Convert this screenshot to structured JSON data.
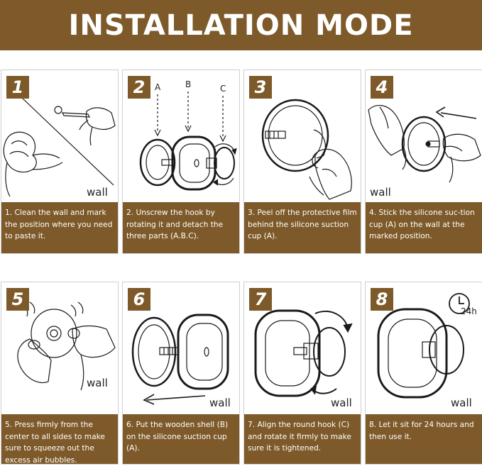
{
  "header": {
    "title": "INSTALLATION MODE"
  },
  "colors": {
    "brand": "#7e5a2a",
    "line": "#1a1a1a",
    "border": "#cfcfcf"
  },
  "steps": [
    {
      "number": "1",
      "wall": "wall",
      "caption": "1. Clean the wall and mark the position where you need to paste it."
    },
    {
      "number": "2",
      "labels": [
        "A",
        "B",
        "C"
      ],
      "caption": "2. Unscrew the hook by rotating it and detach the three parts (A.B.C)."
    },
    {
      "number": "3",
      "caption": "3. Peel off the protective film behind the silicone suction cup (A)."
    },
    {
      "number": "4",
      "wall": "wall",
      "caption": "4. Stick the silicone suc-tion cup (A) on the wall at the marked position."
    },
    {
      "number": "5",
      "wall": "wall",
      "caption": "5. Press firmly from the center to all sides to make sure to squeeze out the excess air bubbles."
    },
    {
      "number": "6",
      "wall": "wall",
      "caption": "6. Put the wooden shell (B) on the silicone suction cup (A)."
    },
    {
      "number": "7",
      "wall": "wall",
      "caption": "7. Align the round hook (C) and rotate it firmly to make sure it is tightened."
    },
    {
      "number": "8",
      "wall": "wall",
      "timer": "24h",
      "caption": "8. Let it sit for 24 hours and then use it."
    }
  ]
}
